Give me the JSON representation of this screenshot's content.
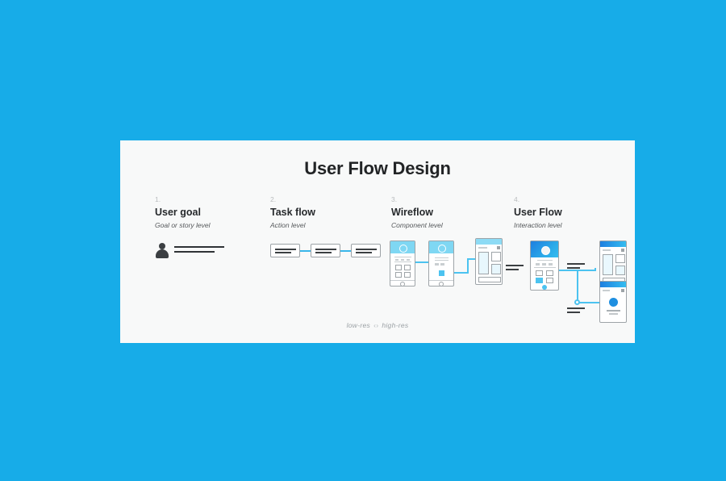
{
  "canvas": {
    "background_color": "#17ace8",
    "card_background_color": "#f8f9f9",
    "accent_color": "#4cc3f0",
    "ink_color": "#26292c"
  },
  "card": {
    "title": "User Flow Design",
    "caption": {
      "left_label": "low-res",
      "arrows": "‹›",
      "right_label": "high-res"
    }
  },
  "columns": [
    {
      "number": "1.",
      "title": "User goal",
      "subtitle": "Goal or story level",
      "art": "person-and-text-lines"
    },
    {
      "number": "2.",
      "title": "Task flow",
      "subtitle": "Action level",
      "art": "three-connected-boxes"
    },
    {
      "number": "3.",
      "title": "Wireflow",
      "subtitle": "Component level",
      "art": "three-connected-phone-wireframes"
    },
    {
      "number": "4.",
      "title": "User Flow",
      "subtitle": "Interaction level",
      "art": "branching-phone-screens-with-annotations"
    }
  ]
}
